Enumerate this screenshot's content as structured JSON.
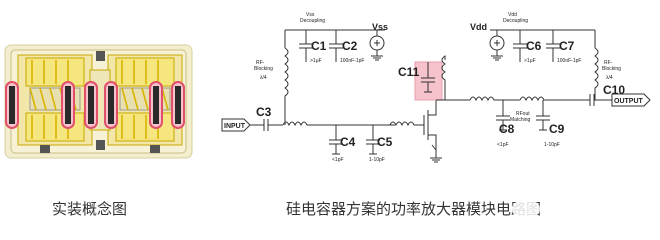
{
  "left_caption": "实装概念图",
  "right_caption": "硅电容器方案的功率放大器模块电路图",
  "schematic": {
    "supply_vss": "Vss",
    "supply_vdd": "Vdd",
    "vss_decoupling": [
      "Vss",
      "Decoupling"
    ],
    "vdd_decoupling": [
      "Vdd",
      "Decoupling"
    ],
    "rf_blocking_left": [
      "RF-",
      "Blocking",
      "λ/4"
    ],
    "rf_blocking_right": [
      "RF-",
      "Blocking",
      "λ/4"
    ],
    "rfout_matching": [
      "RFout",
      "Matching"
    ],
    "input_label": "INPUT",
    "output_label": "OUTPUT",
    "capacitors": {
      "c1": {
        "name": "C1",
        "value": ">1μF"
      },
      "c2": {
        "name": "C2",
        "value": "100nF-1pF"
      },
      "c3": {
        "name": "C3"
      },
      "c4": {
        "name": "C4",
        "value": "<1pF"
      },
      "c5": {
        "name": "C5",
        "value": "1-10pF"
      },
      "c6": {
        "name": "C6",
        "value": ">1μF"
      },
      "c7": {
        "name": "C7",
        "value": "100nF-1pF"
      },
      "c8": {
        "name": "C8",
        "value": "<1pF"
      },
      "c9": {
        "name": "C9",
        "value": "1-10pF"
      },
      "c10": {
        "name": "C10"
      },
      "c11": {
        "name": "C11"
      }
    }
  },
  "colors": {
    "wire": "#333333",
    "package_body": "#f5f0c8",
    "gold": "#e6c200",
    "highlight_red": "#e0506a",
    "highlight_fill": "#f6c2cb"
  }
}
